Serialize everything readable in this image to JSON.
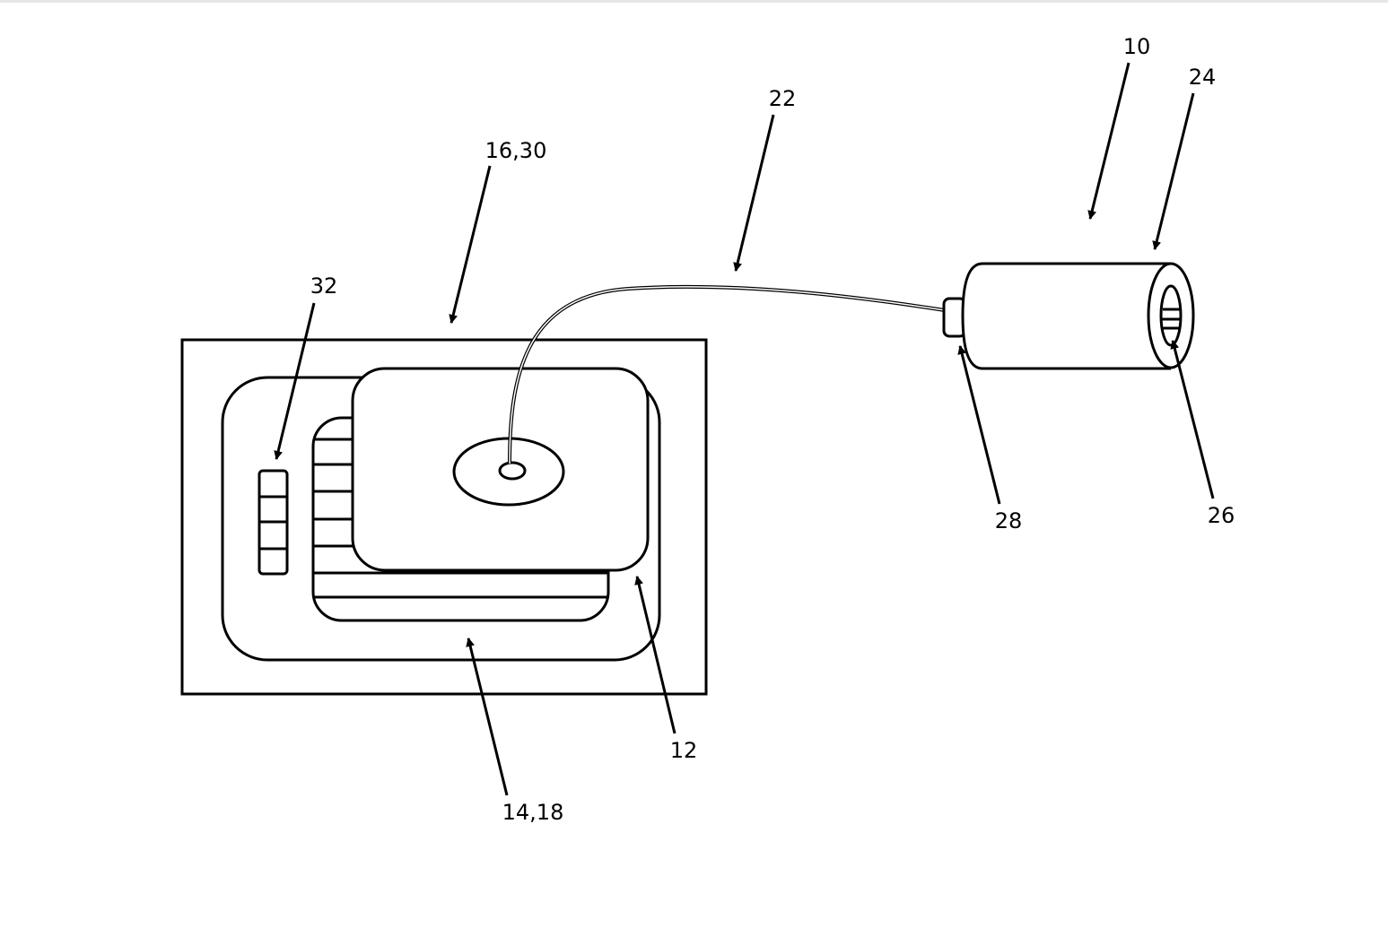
{
  "figure": {
    "labels": {
      "device": "10",
      "plate": "12",
      "base": "14,18",
      "housing": "16,30",
      "cable": "22",
      "cylinder": "24",
      "opening": "26",
      "connector": "28",
      "indicator": "32"
    },
    "colors": {
      "line": "#000000",
      "background": "#ffffff"
    }
  }
}
